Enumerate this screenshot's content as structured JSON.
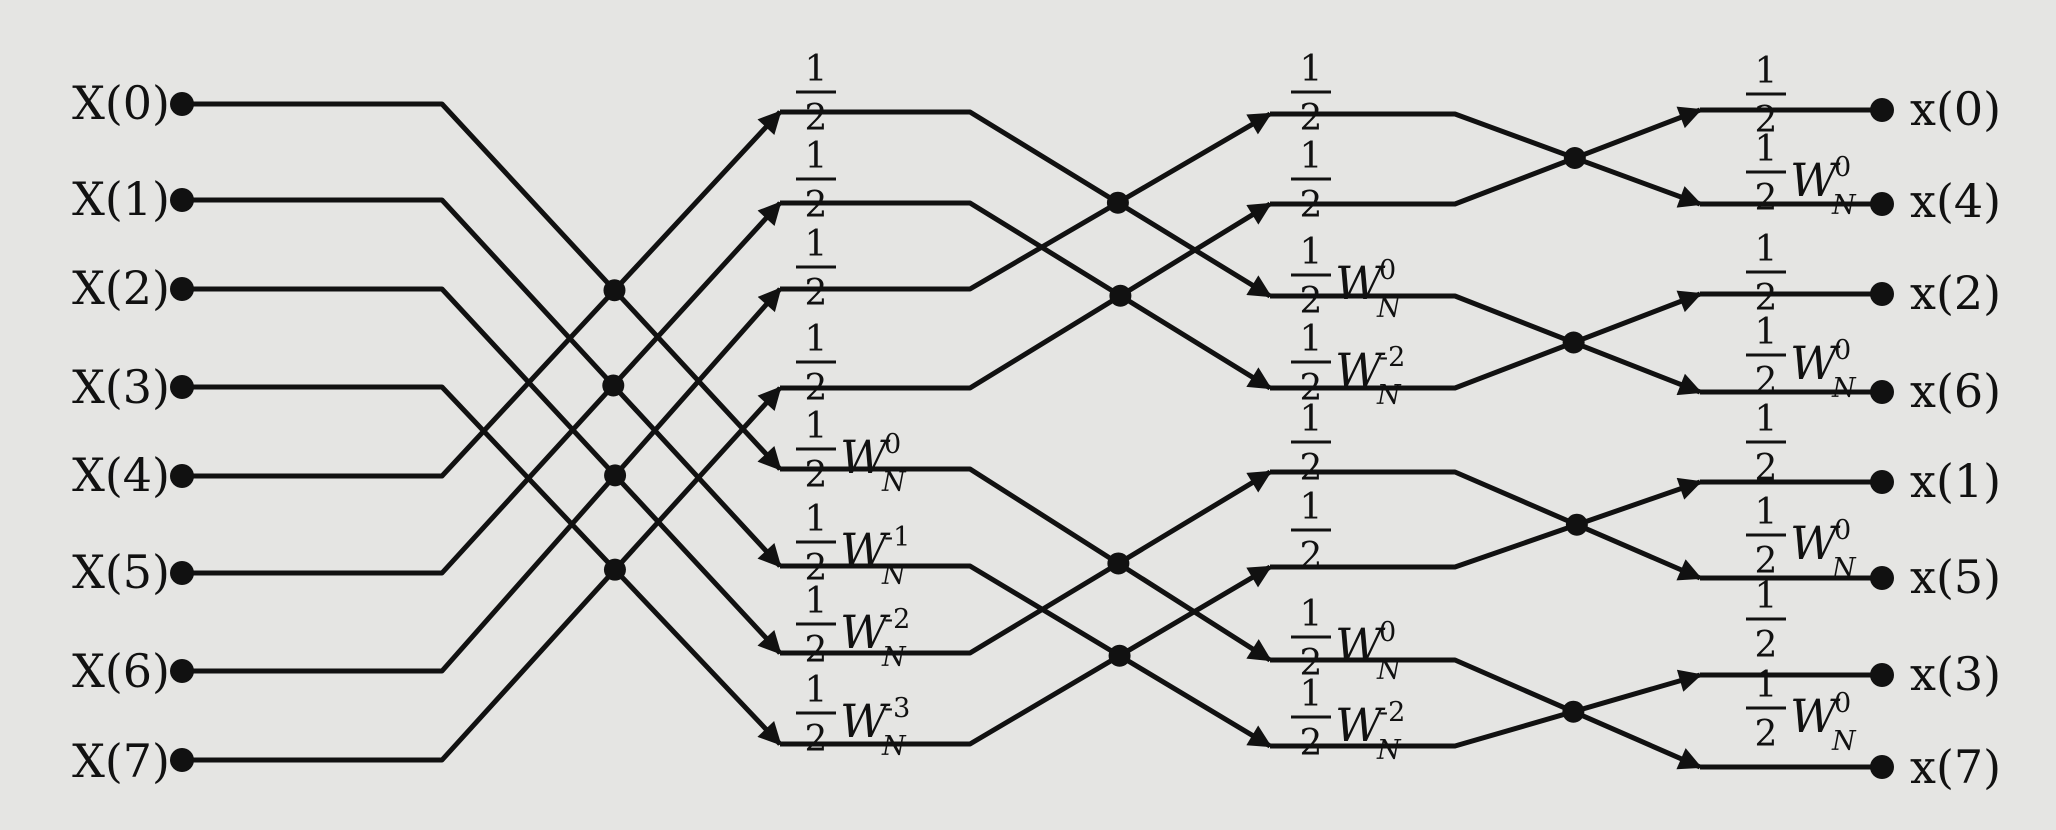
{
  "inputs": [
    "X(0)",
    "X(1)",
    "X(2)",
    "X(3)",
    "X(4)",
    "X(5)",
    "X(6)",
    "X(7)"
  ],
  "outputs": [
    "x(0)",
    "x(4)",
    "x(2)",
    "x(6)",
    "x(1)",
    "x(5)",
    "x(3)",
    "x(7)"
  ],
  "coef_num": "1",
  "coef_den": "2",
  "twiddle_base": "W",
  "twiddle_sub": "N",
  "stage1": [
    "",
    "",
    "",
    "",
    "0",
    "-1",
    "-2",
    "-3"
  ],
  "stage2": [
    "",
    "",
    "0",
    "-2",
    "",
    "",
    "0",
    "-2"
  ],
  "stage3": [
    "",
    "0",
    "",
    "0",
    "",
    "0",
    "",
    "0"
  ],
  "colors": {
    "ink": "#111111",
    "background": "#e5e5e3"
  }
}
